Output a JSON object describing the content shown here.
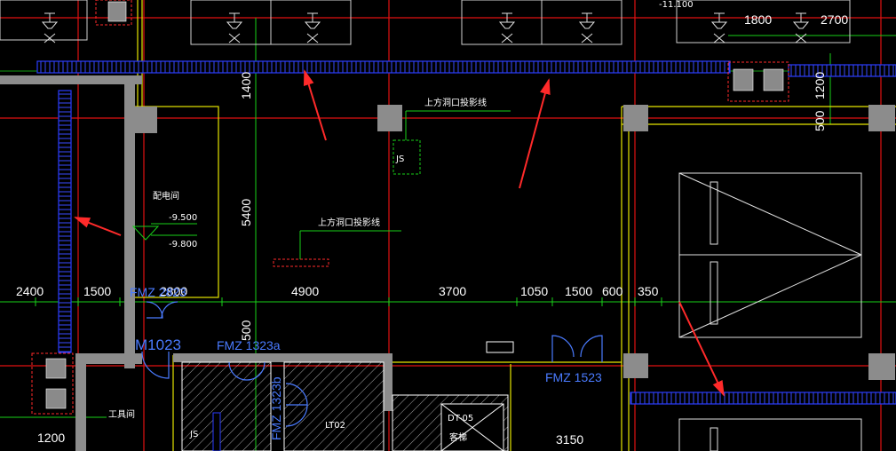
{
  "dims": {
    "d2400": "2400",
    "d1500a": "1500",
    "d2800": "2800",
    "d4900": "4900",
    "d3700": "3700",
    "d1050": "1050",
    "d1500b": "1500",
    "d600": "600",
    "d350": "350",
    "d1800": "1800",
    "d2700": "2700",
    "d1200top": "1200",
    "d500": "500",
    "d1400": "1400",
    "d5400": "5400",
    "d500b": "500",
    "d1200bot": "1200",
    "d3150": "3150"
  },
  "labels": {
    "room_power": "配电间",
    "elev1": "-9.500",
    "elev2": "-9.800",
    "opening1": "上方洞口投影线",
    "opening2": "上方洞口投影线",
    "fmz_left": "FMZ 2823",
    "m1023": "M1023",
    "fmz_1323a": "FMZ 1323a",
    "fmz_1323b": "FMZ 1323b",
    "fmz_1523": "FMZ 1523",
    "tool_room": "工具间",
    "js": "JS",
    "js2": "JS",
    "lt02": "LT02",
    "dt05": "DT-05",
    "guest_elev": "客梯",
    "top_note": "-11.100"
  },
  "colors": {
    "wall": "#8c8c8c",
    "axis": "#e01010",
    "dimline": "#19d119",
    "outline": "#e6e600",
    "trench": "#2a3cff",
    "annotation": "#ff2a2a"
  }
}
